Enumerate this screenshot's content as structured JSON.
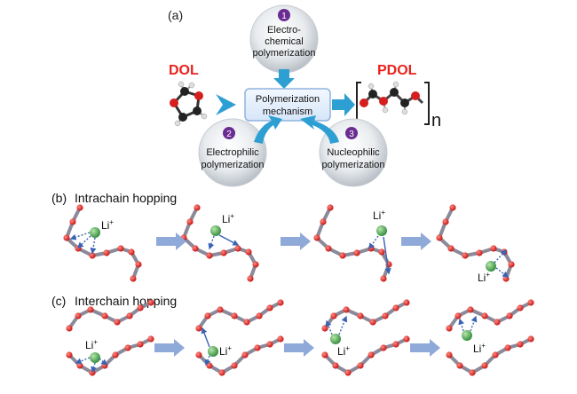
{
  "panel_a": {
    "label": "(a)",
    "reactant": "DOL",
    "product": "PDOL",
    "center": {
      "line1": "Polymerization",
      "line2": "mechanism"
    },
    "methods": [
      {
        "num": "1",
        "line1": "Electro-",
        "line2": "chemical",
        "line3": "polymerization"
      },
      {
        "num": "2",
        "line1": "Electrophilic",
        "line2": "polymerization"
      },
      {
        "num": "3",
        "line1": "Nucleophilic",
        "line2": "polymerization"
      }
    ],
    "subscript_n": "n"
  },
  "panel_b": {
    "label": "(b)",
    "title": "Intrachain hopping"
  },
  "panel_c": {
    "label": "(c)",
    "title": "Interchain hopping"
  },
  "ion": {
    "base": "Li",
    "charge": "+"
  },
  "colors": {
    "label_red": "#e8231c",
    "badge_purple": "#6a2c91",
    "arrow_blue": "#2e9fd3",
    "box_border": "#8fb3dd",
    "chain_gray": "#8a8a9a",
    "bead_red": "#e02020",
    "li_green": "#3fa34d",
    "hop_arrow": "#3a63b5"
  }
}
